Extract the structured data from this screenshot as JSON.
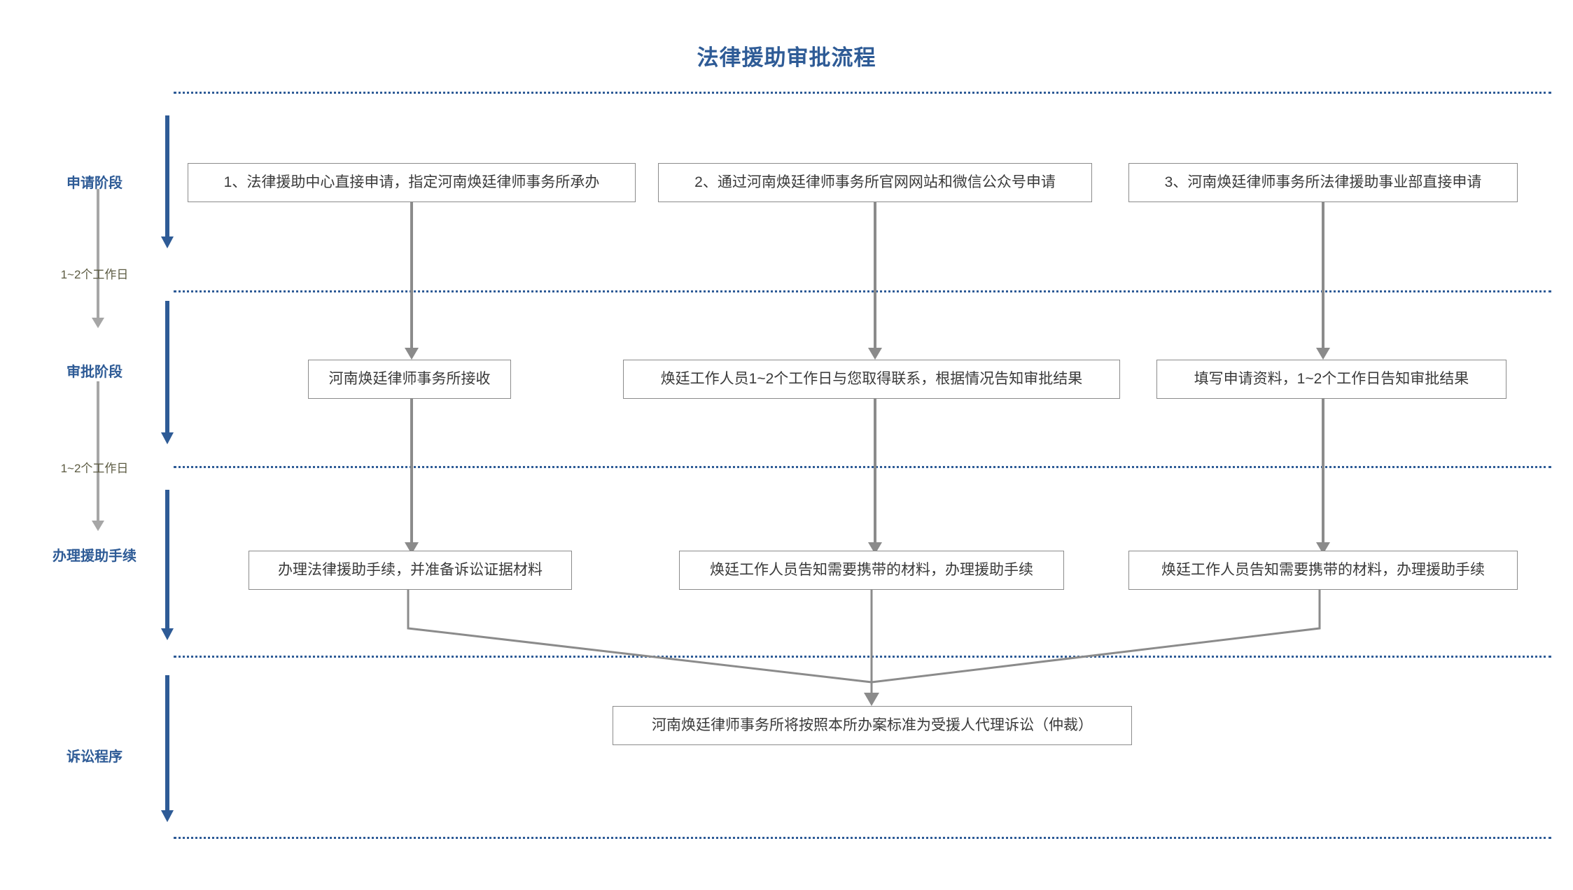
{
  "title": "法律援助审批流程",
  "colors": {
    "accent": "#2e5b96",
    "box_border": "#8b8b8b",
    "connector": "#8b8b8b",
    "duration_text": "#5b5a41",
    "box_text": "#3a3a3a",
    "background": "#ffffff"
  },
  "stages": [
    {
      "label": "申请阶段"
    },
    {
      "label": "审批阶段"
    },
    {
      "label": "办理援助手续"
    },
    {
      "label": "诉讼程序"
    }
  ],
  "durations": [
    {
      "label": "1~2个工作日"
    },
    {
      "label": "1~2个工作日"
    }
  ],
  "rows": {
    "application": [
      {
        "text": "1、法律援助中心直接申请，指定河南焕廷律师事务所承办"
      },
      {
        "text": "2、通过河南焕廷律师事务所官网网站和微信公众号申请"
      },
      {
        "text": "3、河南焕廷律师事务所法律援助事业部直接申请"
      }
    ],
    "approval": [
      {
        "text": "河南焕廷律师事务所接收"
      },
      {
        "text": "焕廷工作人员1~2个工作日与您取得联系，根据情况告知审批结果"
      },
      {
        "text": "填写申请资料，1~2个工作日告知审批结果"
      }
    ],
    "handling": [
      {
        "text": "办理法律援助手续，并准备诉讼证据材料"
      },
      {
        "text": "焕廷工作人员告知需要携带的材料，办理援助手续"
      },
      {
        "text": "焕廷工作人员告知需要携带的材料，办理援助手续"
      }
    ],
    "litigation": [
      {
        "text": "河南焕廷律师事务所将按照本所办案标准为受援人代理诉讼（仲裁）"
      }
    ]
  }
}
